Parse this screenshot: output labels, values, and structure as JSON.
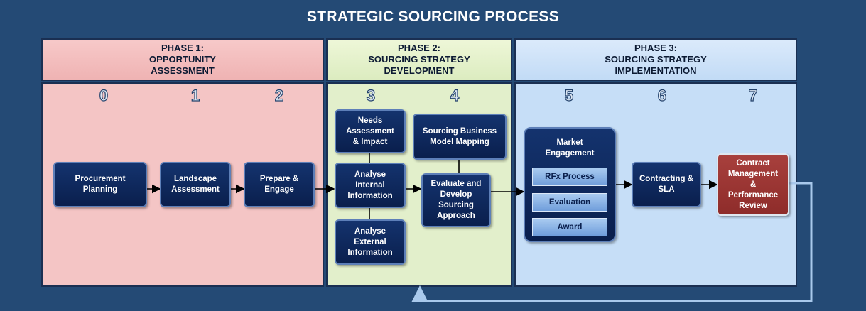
{
  "title": "STRATEGIC SOURCING PROCESS",
  "phases": [
    {
      "line1": "PHASE 1:",
      "line2": "OPPORTUNITY",
      "line3": "ASSESSMENT"
    },
    {
      "line1": "PHASE 2:",
      "line2": "SOURCING STRATEGY",
      "line3": "DEVELOPMENT"
    },
    {
      "line1": "PHASE 3:",
      "line2": "SOURCING STRATEGY",
      "line3": "IMPLEMENTATION"
    }
  ],
  "steps": [
    "0",
    "1",
    "2",
    "3",
    "4",
    "5",
    "6",
    "7"
  ],
  "boxes": {
    "procurement_planning": [
      "Procurement",
      "Planning"
    ],
    "landscape_assessment": [
      "Landscape",
      "Assessment"
    ],
    "prepare_engage": [
      "Prepare &",
      "Engage"
    ],
    "needs_assessment": [
      "Needs",
      "Assessment",
      "& Impact"
    ],
    "analyse_internal": [
      "Analyse",
      "Internal",
      "Information"
    ],
    "analyse_external": [
      "Analyse",
      "External",
      "Information"
    ],
    "sourcing_business_model": [
      "Sourcing Business",
      "Model Mapping"
    ],
    "evaluate_develop": [
      "Evaluate and",
      "Develop",
      "Sourcing",
      "Approach"
    ],
    "market_engagement": [
      "Market",
      "Engagement"
    ],
    "rfx_process": "RFx Process",
    "evaluation": "Evaluation",
    "award": "Award",
    "contracting_sla": [
      "Contracting &",
      "SLA"
    ],
    "contract_management": [
      "Contract",
      "Management",
      "&",
      "Performance",
      "Review"
    ]
  },
  "colors": {
    "background": "#244a75",
    "phase1": "#f4c5c5",
    "phase2": "#e2efcb",
    "phase3": "#c6def7",
    "box": "#0f2a5e",
    "highlight_box": "#9e3835"
  }
}
